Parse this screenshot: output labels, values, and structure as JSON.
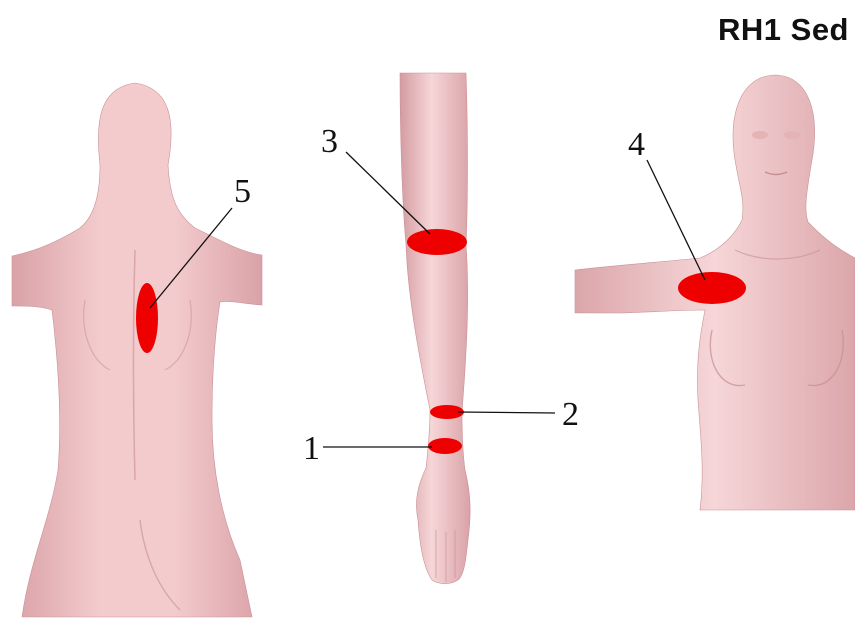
{
  "title": "RH1 Sed",
  "colors": {
    "skin": "#f1c5c8",
    "skin_shade": "#d9a2a7",
    "skin_light": "#f8dfe0",
    "marker": "#ee0000",
    "leader": "#111111"
  },
  "figures": [
    {
      "id": "back-torso",
      "view": "back"
    },
    {
      "id": "arm",
      "view": "arm"
    },
    {
      "id": "front-torso",
      "view": "front"
    }
  ],
  "markers": [
    {
      "label": "1",
      "location": "wrist (lower band)"
    },
    {
      "label": "2",
      "location": "wrist (upper band)"
    },
    {
      "label": "3",
      "location": "upper arm / elbow"
    },
    {
      "label": "4",
      "location": "front shoulder / chest"
    },
    {
      "label": "5",
      "location": "upper back / scapula"
    }
  ]
}
